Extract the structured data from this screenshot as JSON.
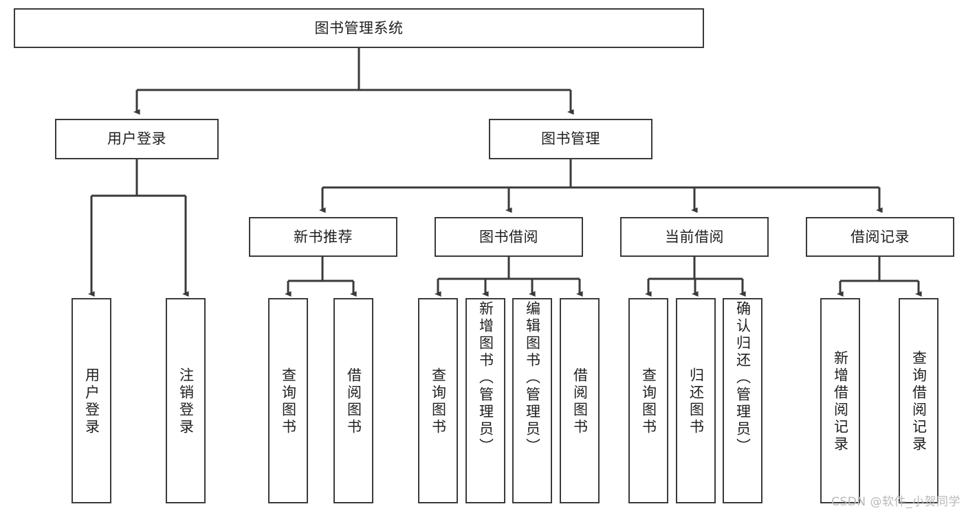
{
  "diagram": {
    "type": "hierarchy-tree",
    "title": "图书管理系统",
    "root": {
      "label": "图书管理系统"
    },
    "level2": [
      {
        "label": "用户登录"
      },
      {
        "label": "图书管理"
      }
    ],
    "level3": [
      {
        "label": "新书推荐"
      },
      {
        "label": "图书借阅"
      },
      {
        "label": "当前借阅"
      },
      {
        "label": "借阅记录"
      }
    ],
    "leaves": {
      "user_login": [
        {
          "label": "用户登录"
        },
        {
          "label": "注销登录"
        }
      ],
      "new_book_recommend": [
        {
          "label": "查询图书"
        },
        {
          "label": "借阅图书"
        }
      ],
      "book_borrow": [
        {
          "label": "查询图书"
        },
        {
          "label": "新增图书（管理员）"
        },
        {
          "label": "编辑图书（管理员）"
        },
        {
          "label": "借阅图书"
        }
      ],
      "current_borrow": [
        {
          "label": "查询图书"
        },
        {
          "label": "归还图书"
        },
        {
          "label": "确认归还（管理员）"
        }
      ],
      "borrow_record": [
        {
          "label": "新增借阅记录"
        },
        {
          "label": "查询借阅记录"
        }
      ]
    }
  },
  "watermark": {
    "text": "CSDN @软件_小贺同学"
  },
  "colors": {
    "stroke": "#3a3a3a",
    "background": "#ffffff",
    "text": "#1f1f1f",
    "watermark": "#b9b9b9"
  }
}
